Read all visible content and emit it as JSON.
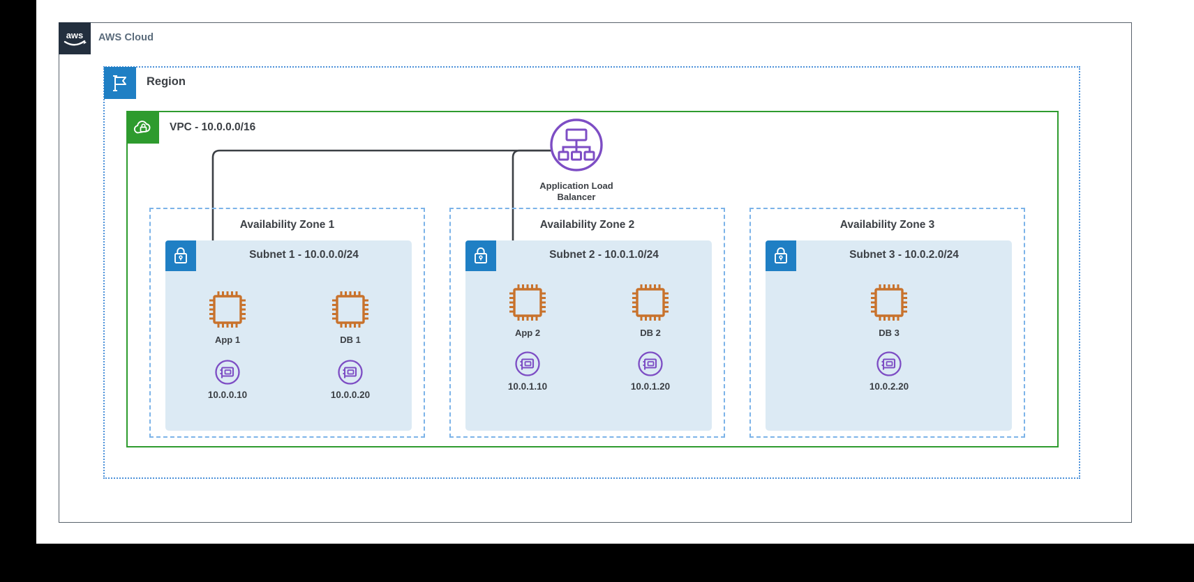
{
  "cloud": {
    "title": "AWS Cloud",
    "logo_icon": "aws-logo-icon",
    "border_color": "#58616b",
    "badge_color": "#232f3e"
  },
  "region": {
    "title": "Region",
    "icon": "region-flag-icon",
    "border_color": "#4a90d9",
    "badge_color": "#1f7fc4"
  },
  "vpc": {
    "title": "VPC - 10.0.0.0/16",
    "icon": "vpc-cloud-lock-icon",
    "border_color": "#2e9b2e",
    "badge_color": "#2e9b2e"
  },
  "load_balancer": {
    "label_line1": "Application Load",
    "label_line2": "Balancer",
    "icon": "application-load-balancer-icon",
    "color": "#7d4dc4"
  },
  "availability_zones": [
    {
      "title": "Availability Zone 1",
      "subnet": {
        "title": "Subnet 1 - 10.0.0.0/24",
        "icon": "private-subnet-lock-icon",
        "fill": "#dceaf4"
      },
      "instances": [
        {
          "label": "App 1",
          "icon": "ec2-instance-icon",
          "color": "#c8722c"
        },
        {
          "label": "DB 1",
          "icon": "ec2-instance-icon",
          "color": "#c8722c"
        }
      ],
      "interfaces": [
        {
          "label": "10.0.0.10",
          "icon": "elastic-network-interface-icon",
          "color": "#7d4dc4"
        },
        {
          "label": "10.0.0.20",
          "icon": "elastic-network-interface-icon",
          "color": "#7d4dc4"
        }
      ]
    },
    {
      "title": "Availability Zone 2",
      "subnet": {
        "title": "Subnet 2 - 10.0.1.0/24",
        "icon": "private-subnet-lock-icon",
        "fill": "#dceaf4"
      },
      "instances": [
        {
          "label": "App 2",
          "icon": "ec2-instance-icon",
          "color": "#c8722c"
        },
        {
          "label": "DB 2",
          "icon": "ec2-instance-icon",
          "color": "#c8722c"
        }
      ],
      "interfaces": [
        {
          "label": "10.0.1.10",
          "icon": "elastic-network-interface-icon",
          "color": "#7d4dc4"
        },
        {
          "label": "10.0.1.20",
          "icon": "elastic-network-interface-icon",
          "color": "#7d4dc4"
        }
      ]
    },
    {
      "title": "Availability Zone 3",
      "subnet": {
        "title": "Subnet 3 - 10.0.2.0/24",
        "icon": "private-subnet-lock-icon",
        "fill": "#dceaf4"
      },
      "instances": [
        {
          "label": "DB 3",
          "icon": "ec2-instance-icon",
          "color": "#c8722c"
        }
      ],
      "interfaces": [
        {
          "label": "10.0.2.20",
          "icon": "elastic-network-interface-icon",
          "color": "#7d4dc4"
        }
      ]
    }
  ],
  "connections": [
    {
      "from": "application-load-balancer",
      "to": "App 1",
      "style": "arrow"
    },
    {
      "from": "application-load-balancer",
      "to": "App 2",
      "style": "arrow"
    }
  ]
}
